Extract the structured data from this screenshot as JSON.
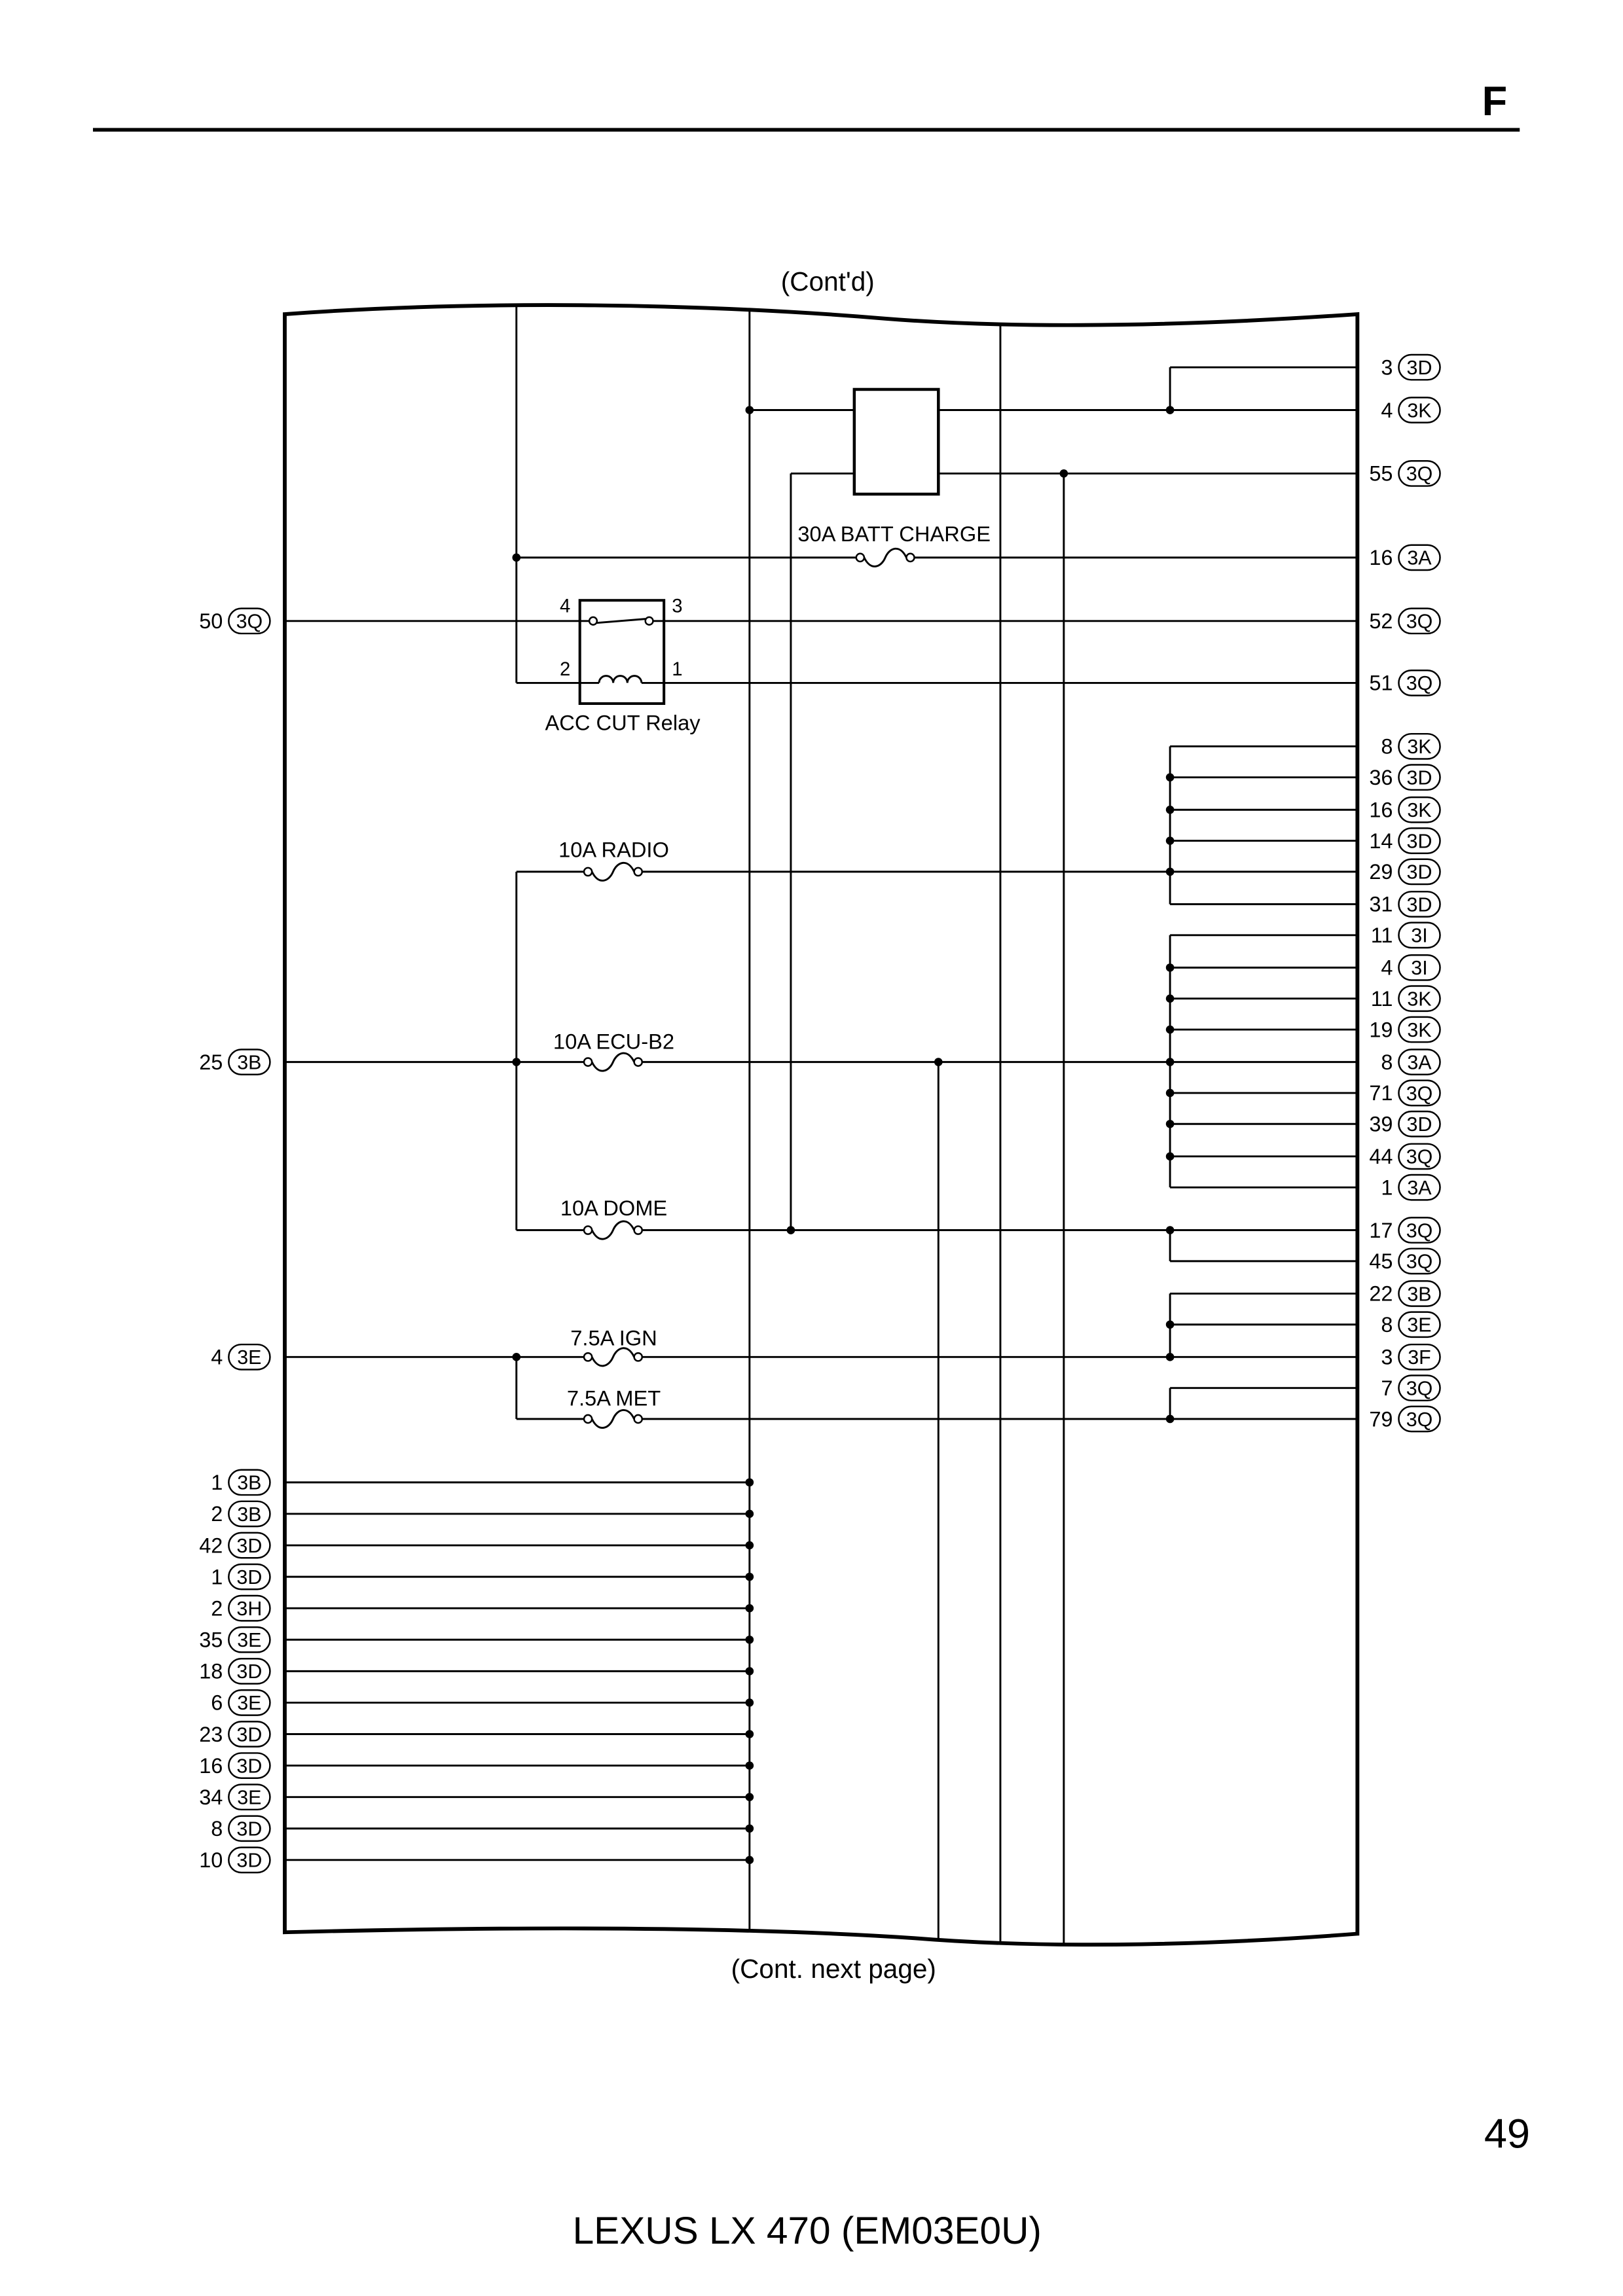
{
  "header": {
    "section_letter": "F"
  },
  "diagram": {
    "continued_from": "(Cont'd)",
    "continued_to": "(Cont. next page)",
    "relay": {
      "label": "ACC CUT Relay",
      "pins": [
        "4",
        "3",
        "2",
        "1"
      ]
    },
    "fuses": {
      "batt_charge": "30A BATT CHARGE",
      "radio": "10A RADIO",
      "ecu_b2": "10A ECU-B2",
      "dome": "10A DOME",
      "ign": "7.5A IGN",
      "met": "7.5A MET"
    },
    "left_terminals": [
      {
        "pin": "50",
        "connector": "3Q"
      },
      {
        "pin": "25",
        "connector": "3B"
      },
      {
        "pin": "4",
        "connector": "3E"
      },
      {
        "pin": "1",
        "connector": "3B"
      },
      {
        "pin": "2",
        "connector": "3B"
      },
      {
        "pin": "42",
        "connector": "3D"
      },
      {
        "pin": "1",
        "connector": "3D"
      },
      {
        "pin": "2",
        "connector": "3H"
      },
      {
        "pin": "35",
        "connector": "3E"
      },
      {
        "pin": "18",
        "connector": "3D"
      },
      {
        "pin": "6",
        "connector": "3E"
      },
      {
        "pin": "23",
        "connector": "3D"
      },
      {
        "pin": "16",
        "connector": "3D"
      },
      {
        "pin": "34",
        "connector": "3E"
      },
      {
        "pin": "8",
        "connector": "3D"
      },
      {
        "pin": "10",
        "connector": "3D"
      }
    ],
    "right_terminals": [
      {
        "pin": "3",
        "connector": "3D"
      },
      {
        "pin": "4",
        "connector": "3K"
      },
      {
        "pin": "55",
        "connector": "3Q"
      },
      {
        "pin": "16",
        "connector": "3A"
      },
      {
        "pin": "52",
        "connector": "3Q"
      },
      {
        "pin": "51",
        "connector": "3Q"
      },
      {
        "pin": "8",
        "connector": "3K"
      },
      {
        "pin": "36",
        "connector": "3D"
      },
      {
        "pin": "16",
        "connector": "3K"
      },
      {
        "pin": "14",
        "connector": "3D"
      },
      {
        "pin": "29",
        "connector": "3D"
      },
      {
        "pin": "31",
        "connector": "3D"
      },
      {
        "pin": "11",
        "connector": "3I"
      },
      {
        "pin": "4",
        "connector": "3I"
      },
      {
        "pin": "11",
        "connector": "3K"
      },
      {
        "pin": "19",
        "connector": "3K"
      },
      {
        "pin": "8",
        "connector": "3A"
      },
      {
        "pin": "71",
        "connector": "3Q"
      },
      {
        "pin": "39",
        "connector": "3D"
      },
      {
        "pin": "44",
        "connector": "3Q"
      },
      {
        "pin": "1",
        "connector": "3A"
      },
      {
        "pin": "17",
        "connector": "3Q"
      },
      {
        "pin": "45",
        "connector": "3Q"
      },
      {
        "pin": "22",
        "connector": "3B"
      },
      {
        "pin": "8",
        "connector": "3E"
      },
      {
        "pin": "3",
        "connector": "3F"
      },
      {
        "pin": "7",
        "connector": "3Q"
      },
      {
        "pin": "79",
        "connector": "3Q"
      }
    ]
  },
  "footer": {
    "page_number": "49",
    "model": "LEXUS LX 470 (EM03E0U)"
  }
}
